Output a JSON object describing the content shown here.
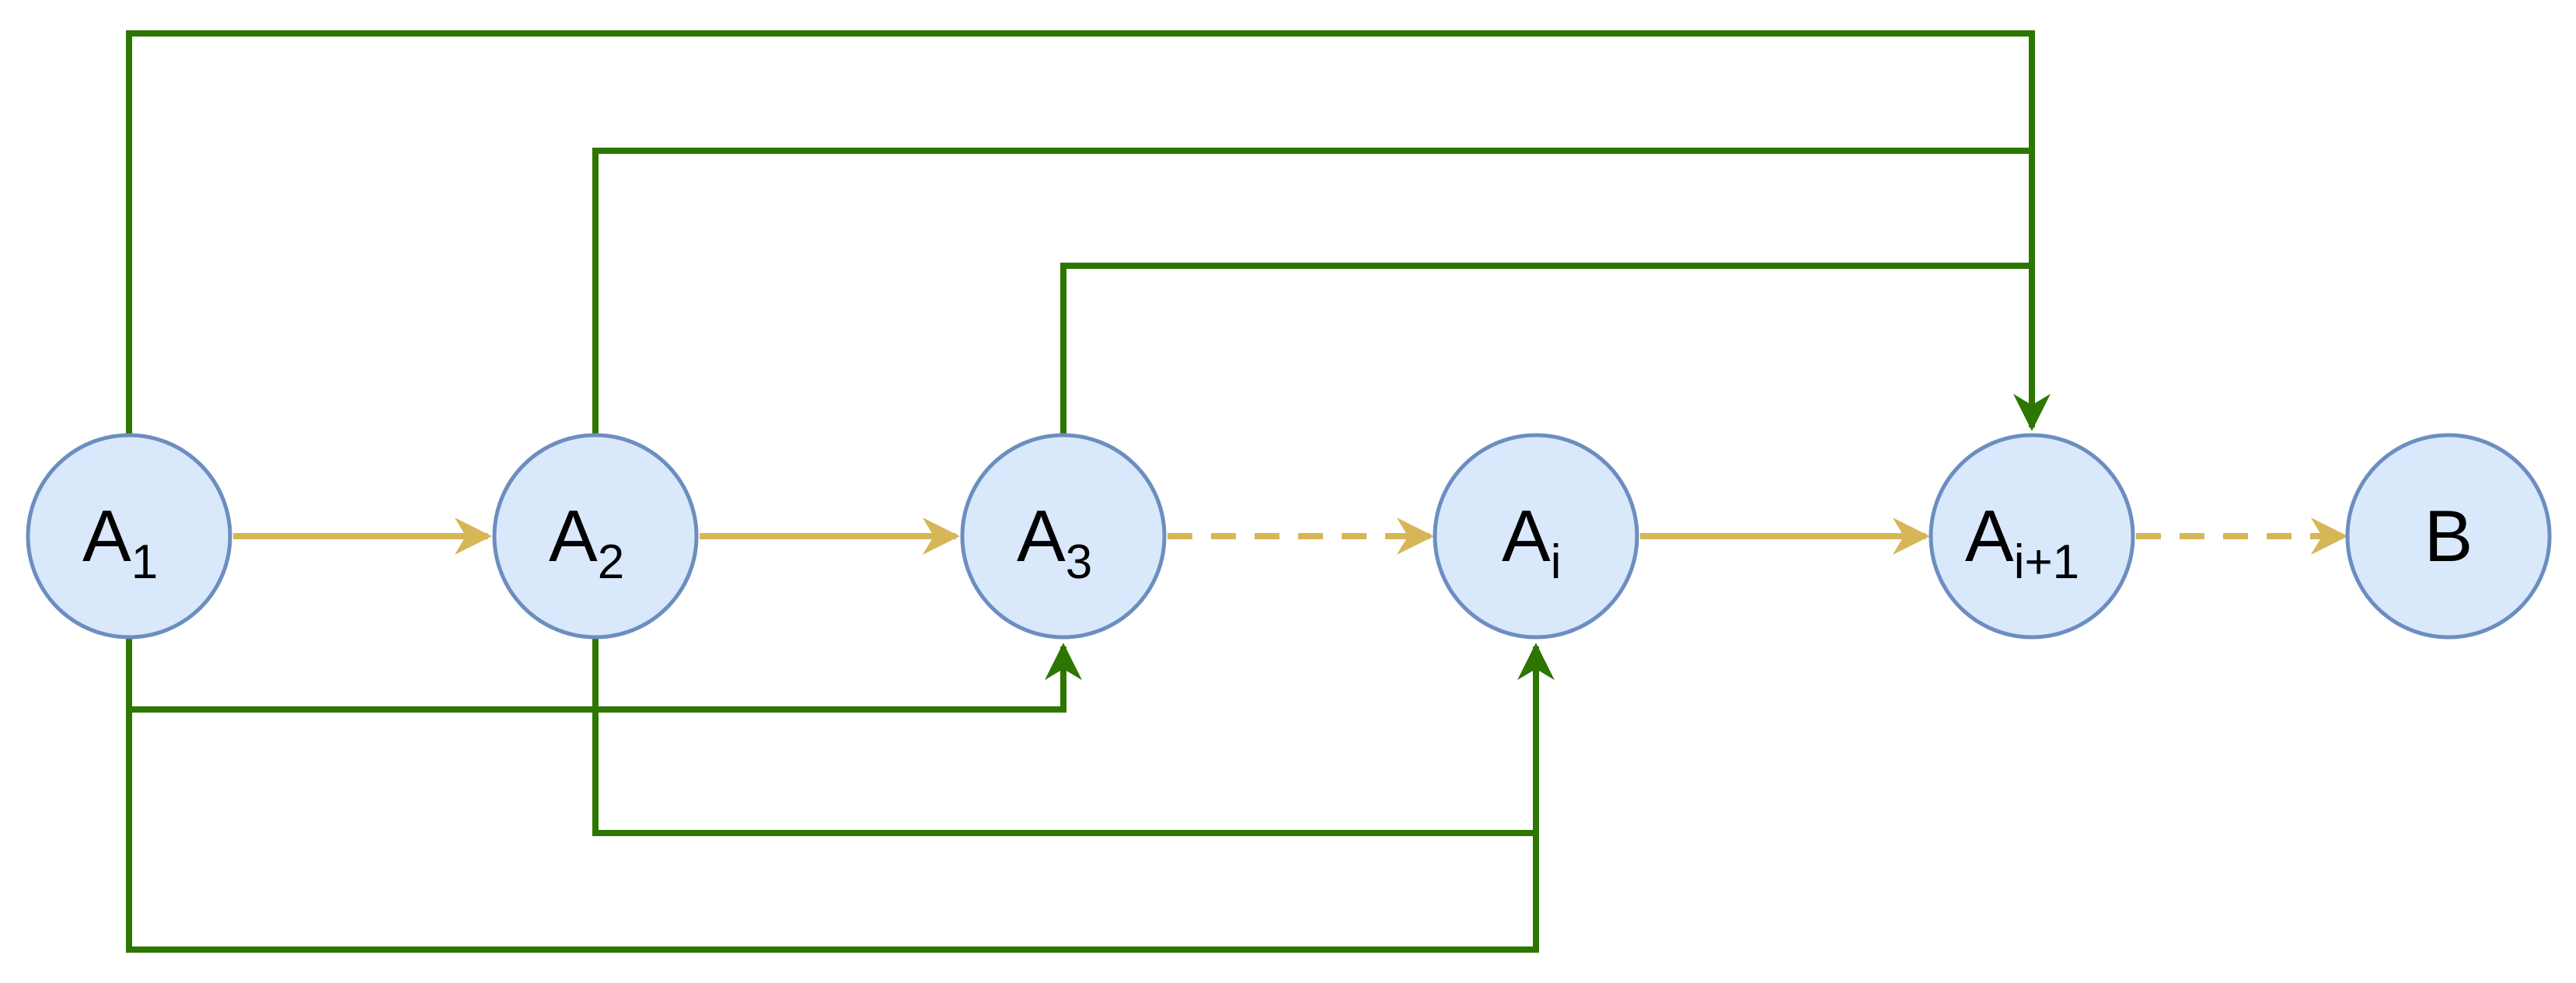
{
  "diagram": {
    "colors": {
      "node_fill": "#dae8fc",
      "node_stroke": "#6c8ebf",
      "chain_edge": "#d6b656",
      "skip_edge": "#2d7600"
    },
    "nodes": [
      {
        "id": "a1",
        "label": "A",
        "sub": "1"
      },
      {
        "id": "a2",
        "label": "A",
        "sub": "2"
      },
      {
        "id": "a3",
        "label": "A",
        "sub": "3"
      },
      {
        "id": "ai",
        "label": "A",
        "sub": "i"
      },
      {
        "id": "ai1",
        "label": "A",
        "sub": "i+1"
      },
      {
        "id": "b",
        "label": "B",
        "sub": ""
      }
    ],
    "chain_edges": [
      {
        "from": "a1",
        "to": "a2",
        "style": "solid"
      },
      {
        "from": "a2",
        "to": "a3",
        "style": "solid"
      },
      {
        "from": "a3",
        "to": "ai",
        "style": "dashed"
      },
      {
        "from": "ai",
        "to": "ai1",
        "style": "solid"
      },
      {
        "from": "ai1",
        "to": "b",
        "style": "dashed"
      }
    ],
    "skip_edges": [
      {
        "from": "a1",
        "to": "ai1"
      },
      {
        "from": "a2",
        "to": "ai1"
      },
      {
        "from": "a3",
        "to": "ai1"
      },
      {
        "from": "a1",
        "to": "a3"
      },
      {
        "from": "a2",
        "to": "ai"
      },
      {
        "from": "a1",
        "to": "ai"
      }
    ]
  }
}
